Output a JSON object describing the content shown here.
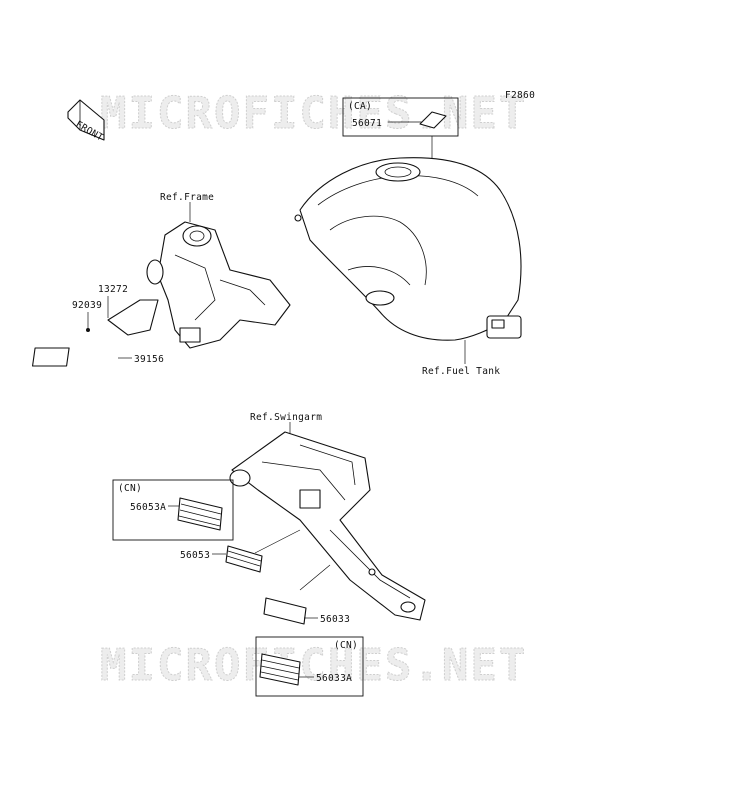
{
  "figure_code": "F2860",
  "watermark": "MICROFICHES.NET",
  "front_label": "FRONT",
  "refs": {
    "frame": "Ref.Frame",
    "fuel_tank": "Ref.Fuel Tank",
    "swingarm": "Ref.Swingarm"
  },
  "boxes": {
    "ca_box": {
      "region": "(CA)",
      "part": "56071"
    },
    "cn_box_1": {
      "region": "(CN)",
      "part": "56053A"
    },
    "cn_box_2": {
      "region": "(CN)",
      "part": "56033A"
    }
  },
  "parts": {
    "p13272": "13272",
    "p92039": "92039",
    "p39156": "39156",
    "p56053": "56053",
    "p56033": "56033"
  }
}
